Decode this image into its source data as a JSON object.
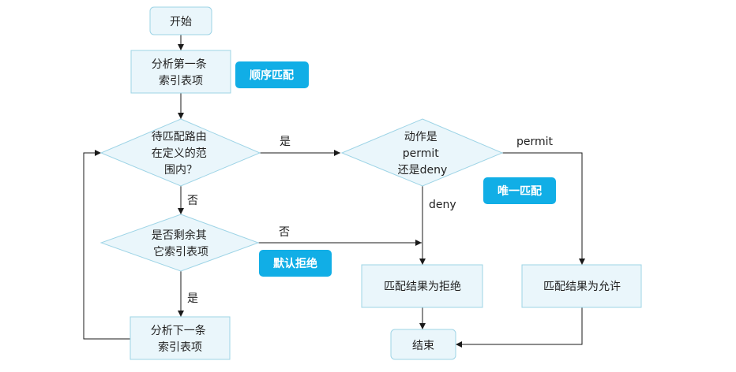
{
  "nodes": {
    "start": {
      "lines": [
        "开始"
      ]
    },
    "analyze_first": {
      "lines": [
        "分析第一条",
        "索引表项"
      ]
    },
    "in_range": {
      "lines": [
        "待匹配路由",
        "在定义的范",
        "围内？"
      ]
    },
    "action": {
      "lines": [
        "动作是",
        "permit",
        "还是deny"
      ]
    },
    "has_remaining": {
      "lines": [
        "是否剩余其",
        "它索引表项"
      ]
    },
    "result_deny": {
      "lines": [
        "匹配结果为拒绝"
      ]
    },
    "result_permit": {
      "lines": [
        "匹配结果为允许"
      ]
    },
    "analyze_next": {
      "lines": [
        "分析下一条",
        "索引表项"
      ]
    },
    "end": {
      "lines": [
        "结束"
      ]
    }
  },
  "edge_labels": {
    "in_range_yes": "是",
    "in_range_no": "否",
    "action_permit": "permit",
    "action_deny": "deny",
    "remaining_no": "否",
    "remaining_yes": "是"
  },
  "badges": {
    "sequential_match": "顺序匹配",
    "unique_match": "唯一匹配",
    "default_deny": "默认拒绝"
  },
  "colors": {
    "node_fill": "#eaf6fb",
    "node_border": "#9ed4e6",
    "badge_fill": "#11aee6",
    "badge_text": "#ffffff",
    "line": "#1a1a1a"
  }
}
